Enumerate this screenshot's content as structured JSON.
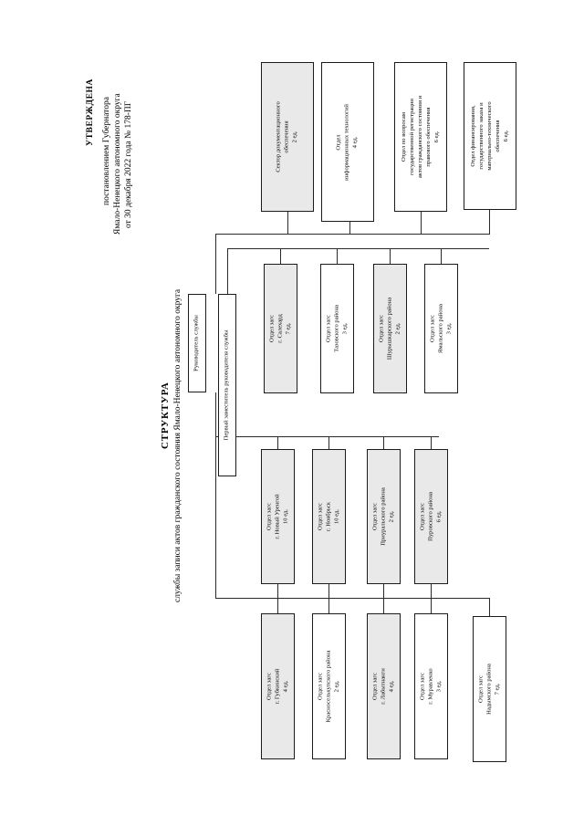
{
  "document": {
    "approval_title": "УТВЕРЖДЕНА",
    "approval_line1": "постановлением Губернатора",
    "approval_line2": "Ямало-Ненецкого автономного округа",
    "approval_line3": "от 30 декабря 2022 года № 178-ПГ",
    "chart_title": "СТРУКТУРА",
    "chart_subtitle": "службы записи актов гражданского состояния Ямало-Ненецкого автономного округа"
  },
  "leadership": [
    {
      "id": "head",
      "label": "Руководитель службы",
      "shaded": false
    },
    {
      "id": "first-deputy",
      "label": "Первый заместитель руководителя службы",
      "shaded": false
    }
  ],
  "divisions_top": [
    {
      "id": "sector-doc",
      "line1": "Сектор документационного",
      "line2": "обеспечения",
      "line3": "2 ед.",
      "units": "2 ед.",
      "shaded": true
    },
    {
      "id": "dept-it",
      "line1": "Отдел",
      "line2": "информационных технологий",
      "line3": "4 ед.",
      "units": "4 ед.",
      "shaded": false
    },
    {
      "id": "dept-registration",
      "line1": "Отдел по вопросам",
      "line2": "государственной регистрации",
      "line3": "актов гражданского состояния и",
      "line4": "правового обеспечения",
      "line5": "6 ед.",
      "units": "6 ед.",
      "shaded": false
    },
    {
      "id": "dept-finance",
      "line1": "Отдел финансирования,",
      "line2": "государственного заказа и",
      "line3": "материально-технического",
      "line4": "обеспечения",
      "line5": "6 ед.",
      "units": "6 ед.",
      "shaded": false
    }
  ],
  "zags_row1": [
    {
      "id": "zags-salekhard",
      "line1": "Отдел загс",
      "line2": "г. Салехард",
      "line3": "7 ед.",
      "units": "7 ед.",
      "shaded": true
    },
    {
      "id": "zags-tazovsky",
      "line1": "Отдел загс",
      "line2": "Тазовского района",
      "line3": "3 ед.",
      "units": "3 ед.",
      "shaded": false
    },
    {
      "id": "zags-shuryshkarsky",
      "line1": "Отдел загс",
      "line2": "Шурышкарского района",
      "line3": "2 ед.",
      "units": "2 ед.",
      "shaded": true
    },
    {
      "id": "zags-yamalsky",
      "line1": "Отдел загс",
      "line2": "Ямальского района",
      "line3": "3 ед.",
      "units": "3 ед.",
      "shaded": false
    }
  ],
  "zags_row2": [
    {
      "id": "zags-novy-urengoy",
      "line1": "Отдел загс",
      "line2": "г. Новый Уренгой",
      "line3": "10 ед.",
      "units": "10 ед.",
      "shaded": true
    },
    {
      "id": "zags-noyabrsk",
      "line1": "Отдел загс",
      "line2": "г. Ноябрьск",
      "line3": "10 ед.",
      "units": "10 ед.",
      "shaded": true
    },
    {
      "id": "zags-priuralsky",
      "line1": "Отдел загс",
      "line2": "Приуральского района",
      "line3": "2 ед.",
      "units": "2 ед.",
      "shaded": true
    },
    {
      "id": "zags-purovsky",
      "line1": "Отдел загс",
      "line2": "Пуровского района",
      "line3": "6 ед.",
      "units": "6 ед.",
      "shaded": true
    }
  ],
  "zags_row3": [
    {
      "id": "zags-gubkinsky",
      "line1": "Отдел загс",
      "line2": "г. Губкинский",
      "line3": "4 ед.",
      "units": "4 ед.",
      "shaded": true
    },
    {
      "id": "zags-krasnoselkupsky",
      "line1": "Отдел загс",
      "line2": "Красноселькупского района",
      "line3": "2 ед.",
      "units": "2 ед.",
      "shaded": false
    },
    {
      "id": "zags-labytnangi",
      "line1": "Отдел загс",
      "line2": "г. Лабытнанги",
      "line3": "4 ед.",
      "units": "4 ед.",
      "shaded": true
    },
    {
      "id": "zags-muravlenko",
      "line1": "Отдел загс",
      "line2": "г. Муравленко",
      "line3": "3 ед.",
      "units": "3 ед.",
      "shaded": false
    },
    {
      "id": "zags-nadymsky",
      "line1": "Отдел загс",
      "line2": "Надымского района",
      "line3": "7 ед.",
      "units": "7 ед.",
      "shaded": false
    }
  ],
  "colors": {
    "line": "#2a2a2a",
    "box_border": "#1b1b1b",
    "box_shade": "#e9e9e9",
    "page_bg": "#ffffff",
    "text": "#000000"
  }
}
